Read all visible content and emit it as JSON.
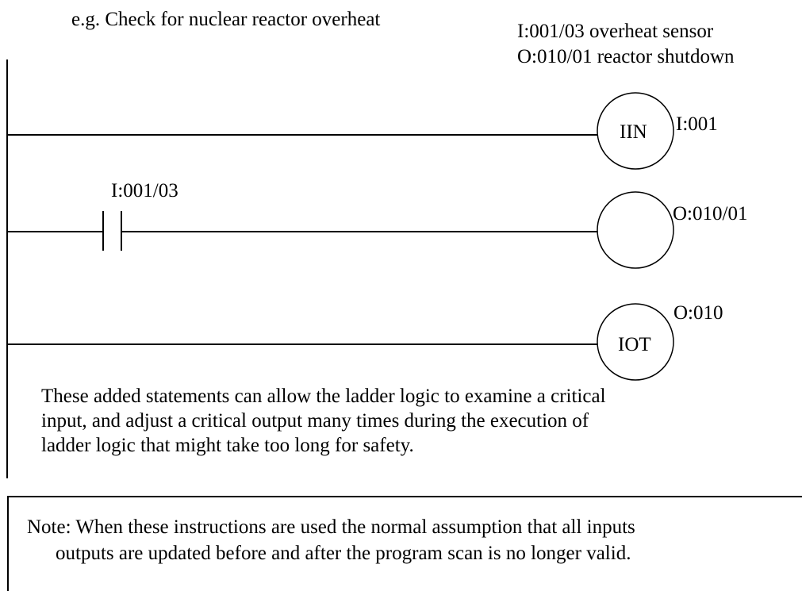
{
  "header": {
    "example": "e.g. Check for nuclear reactor overheat",
    "legend": [
      "I:001/03 overheat sensor",
      "O:010/01 reactor shutdown"
    ]
  },
  "rungs": [
    {
      "contact": "",
      "coil_text": "IIN",
      "coil_address": "I:001"
    },
    {
      "contact": "I:001/03",
      "coil_text": "",
      "coil_address": "O:010/01"
    },
    {
      "contact": "",
      "coil_text": "IOT",
      "coil_address": "O:010"
    }
  ],
  "explanation": [
    "These added statements can allow the ladder logic to examine a critical",
    "input, and adjust a critical output many times during the execution of",
    "ladder logic that might take too long for safety."
  ],
  "note": [
    "Note: When these instructions are used the normal assumption that all inputs",
    "outputs are updated before and after the program scan is no longer valid."
  ]
}
